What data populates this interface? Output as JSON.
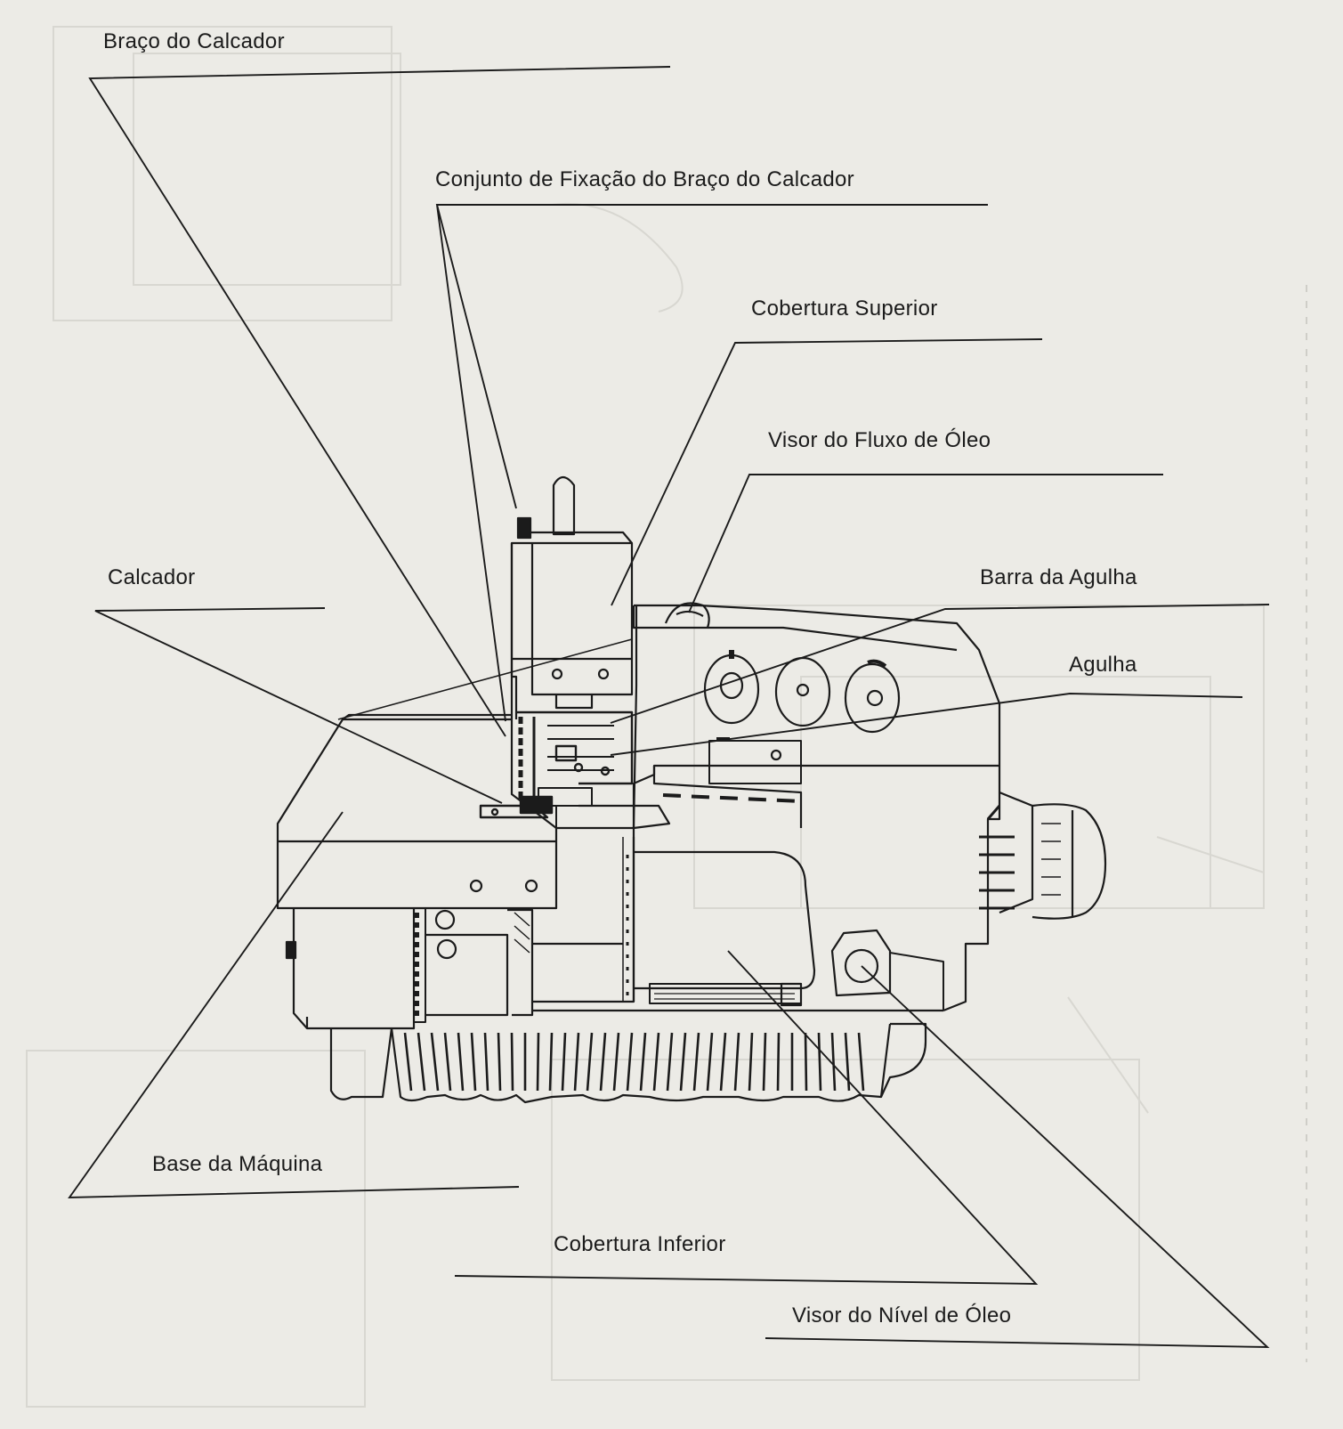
{
  "labels": {
    "braco_calcador": "Braço do Calcador",
    "conjunto_fixacao": "Conjunto de Fixação do Braço do Calcador",
    "cobertura_superior": "Cobertura Superior",
    "visor_fluxo_oleo": "Visor do Fluxo de Óleo",
    "calcador": "Calcador",
    "barra_agulha": "Barra da Agulha",
    "agulha": "Agulha",
    "base_maquina": "Base da Máquina",
    "cobertura_inferior": "Cobertura Inferior",
    "visor_nivel_oleo": "Visor do Nível de Óleo"
  },
  "colors": {
    "paper": "#ecebe6",
    "ink": "#1b1b1b"
  }
}
